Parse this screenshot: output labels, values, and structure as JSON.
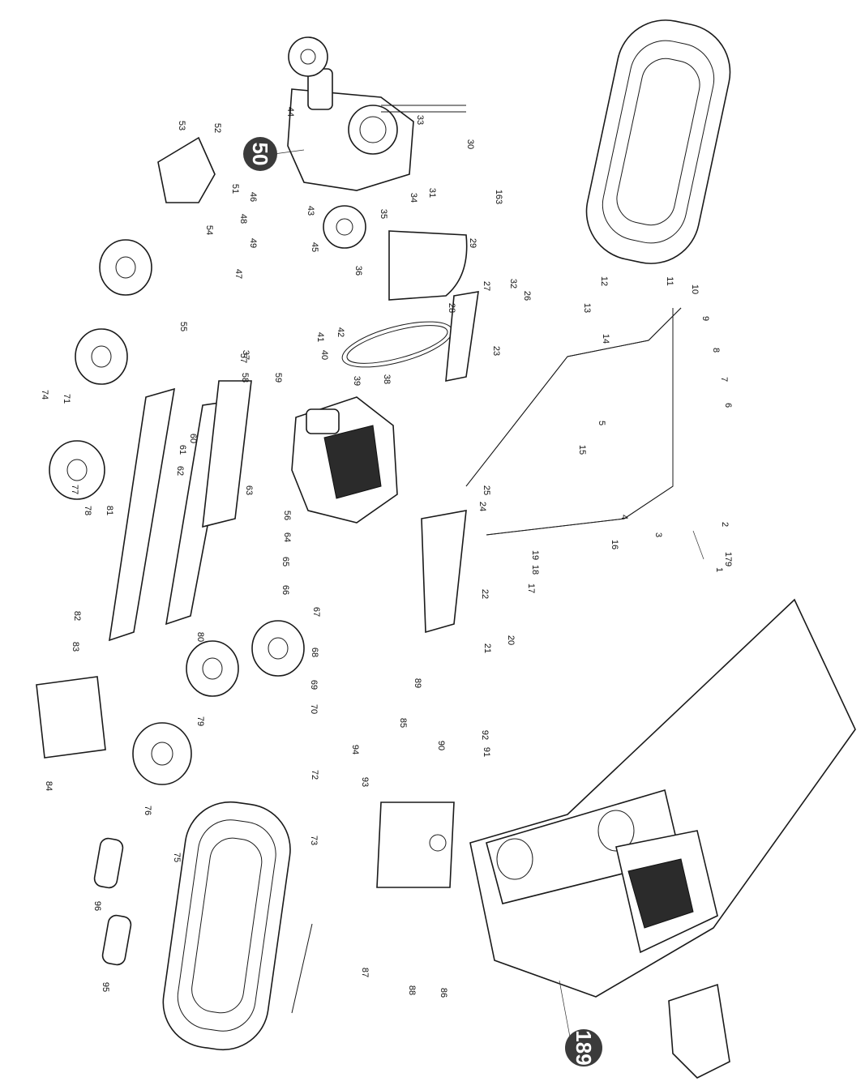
{
  "badges": [
    "50",
    "189"
  ],
  "callouts": [
    "1",
    "2",
    "3",
    "4",
    "5",
    "6",
    "7",
    "8",
    "9",
    "10",
    "11",
    "12",
    "13",
    "14",
    "15",
    "16",
    "17",
    "18",
    "19",
    "20",
    "21",
    "22",
    "23",
    "24",
    "25",
    "26",
    "27",
    "28",
    "29",
    "30",
    "31",
    "32",
    "33",
    "34",
    "35",
    "36",
    "37",
    "38",
    "39",
    "40",
    "41",
    "42",
    "43",
    "44",
    "45",
    "46",
    "47",
    "48",
    "49",
    "51",
    "52",
    "53",
    "54",
    "55",
    "56",
    "57",
    "58",
    "59",
    "60",
    "61",
    "62",
    "63",
    "64",
    "65",
    "66",
    "67",
    "68",
    "69",
    "70",
    "71",
    "72",
    "73",
    "74",
    "75",
    "76",
    "77",
    "78",
    "79",
    "80",
    "81",
    "82",
    "83",
    "84",
    "85",
    "86",
    "87",
    "88",
    "89",
    "90",
    "91",
    "92",
    "93",
    "94",
    "95",
    "96",
    "163",
    "179"
  ]
}
